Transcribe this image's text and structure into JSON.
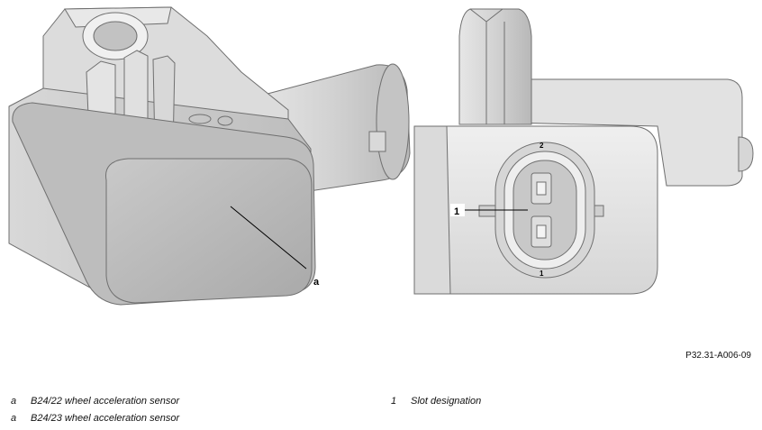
{
  "callouts": {
    "left_sensor": "a",
    "connector_slot": "1",
    "pin_top": "2",
    "pin_bottom": "1"
  },
  "figure_id": "P32.31-A006-09",
  "legend": {
    "left": [
      {
        "key": "a",
        "text": "B24/22 wheel acceleration sensor"
      },
      {
        "key": "a",
        "text": "B24/23 wheel acceleration sensor"
      }
    ],
    "right": [
      {
        "key": "1",
        "text": "Slot designation"
      }
    ]
  }
}
